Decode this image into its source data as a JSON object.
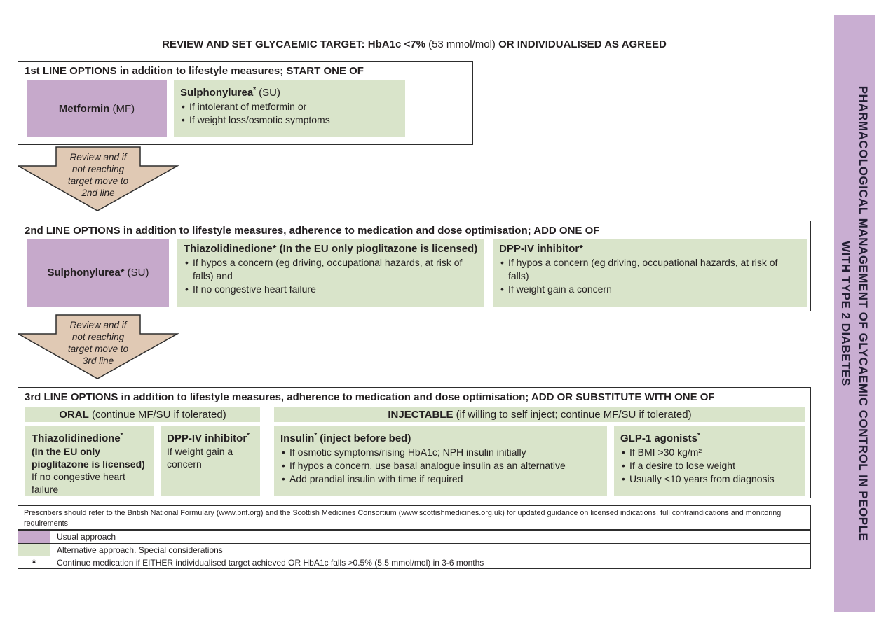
{
  "colors": {
    "purple_cell": "#c6a9cb",
    "green_cell": "#d9e4ca",
    "arrow_tan": "#e0c9b4",
    "sidebar_purple": "#c9aed2",
    "border_dark": "#2d2d2d"
  },
  "title": {
    "bold1": "REVIEW AND SET GLYCAEMIC TARGET: HbA1c <7% ",
    "normal": "(53 mmol/mol) ",
    "bold2": "OR INDIVIDUALISED AS AGREED"
  },
  "sidebar": {
    "line1": "PHARMACOLOGICAL MANAGEMENT OF GLYCAEMIC CONTROL IN PEOPLE",
    "line2": "WITH TYPE 2 DIABETES"
  },
  "line1": {
    "header": "1st LINE OPTIONS in addition to lifestyle measures; START ONE OF",
    "metformin": {
      "bold": "Metformin",
      "rest": " (MF)"
    },
    "sulphonylurea": {
      "bold": "Sulphonylurea",
      "sup": "*",
      "rest": " (SU)",
      "bullets": [
        "If intolerant of metformin or",
        "If weight loss/osmotic symptoms"
      ]
    }
  },
  "arrow1": {
    "text": "Review and if not reaching target move to 2nd line"
  },
  "line2": {
    "header": "2nd LINE OPTIONS in addition to lifestyle measures, adherence to medication and dose optimisation; ADD ONE OF",
    "sulphonylurea": {
      "bold": "Sulphonylurea*",
      "rest": " (SU)"
    },
    "thiazolidinedione": {
      "bold": "Thiazolidinedione* (In the EU only pioglitazone is licensed)",
      "bullets": [
        "If hypos a concern (eg driving, occupational hazards, at risk of falls) and",
        "If no congestive heart failure"
      ]
    },
    "dpp_iv": {
      "bold": "DPP-IV inhibitor*",
      "bullets": [
        "If hypos a concern (eg driving, occupational hazards, at risk of falls)",
        "If weight gain a concern"
      ]
    }
  },
  "arrow2": {
    "text": "Review and if not reaching target move to 3rd line"
  },
  "line3": {
    "header": "3rd LINE OPTIONS in addition to lifestyle measures, adherence to medication and dose optimisation; ADD OR SUBSTITUTE WITH ONE OF",
    "oral_header": {
      "bold": "ORAL",
      "rest": " (continue MF/SU if tolerated)"
    },
    "injectable_header": {
      "bold": "INJECTABLE",
      "rest": " (if willing to self inject; continue MF/SU if tolerated)"
    },
    "thiazolidinedione": {
      "bold": "Thiazolidinedione",
      "sup": "*",
      "bold2": "(In the EU only pioglitazone is licensed)",
      "body": "If no congestive heart failure"
    },
    "dpp_iv": {
      "bold": "DPP-IV inhibitor",
      "sup": "*",
      "body": "If weight gain a concern"
    },
    "insulin": {
      "bold": "Insulin",
      "sup": "*",
      "bold_rest": " (inject before bed)",
      "bullets": [
        "If osmotic symptoms/rising HbA1c; NPH insulin initially",
        "If hypos a concern, use basal analogue insulin as an alternative",
        "Add prandial insulin with time if required"
      ]
    },
    "glp1": {
      "bold": "GLP-1 agonists",
      "sup": "*",
      "bullets": [
        "If BMI >30 kg/m²",
        "If a desire to lose weight",
        "Usually <10 years from diagnosis"
      ]
    }
  },
  "footer": {
    "note": "Prescribers should refer to the British National Formulary (www.bnf.org) and the Scottish Medicines Consortium (www.scottishmedicines.org.uk) for updated guidance on licensed indications, full contraindications and monitoring requirements."
  },
  "legend": {
    "usual": "Usual approach",
    "alternative": "Alternative approach. Special considerations",
    "asterisk_symbol": "*",
    "asterisk": "Continue medication if EITHER individualised target achieved OR HbA1c falls >0.5% (5.5 mmol/mol) in 3-6 months"
  }
}
